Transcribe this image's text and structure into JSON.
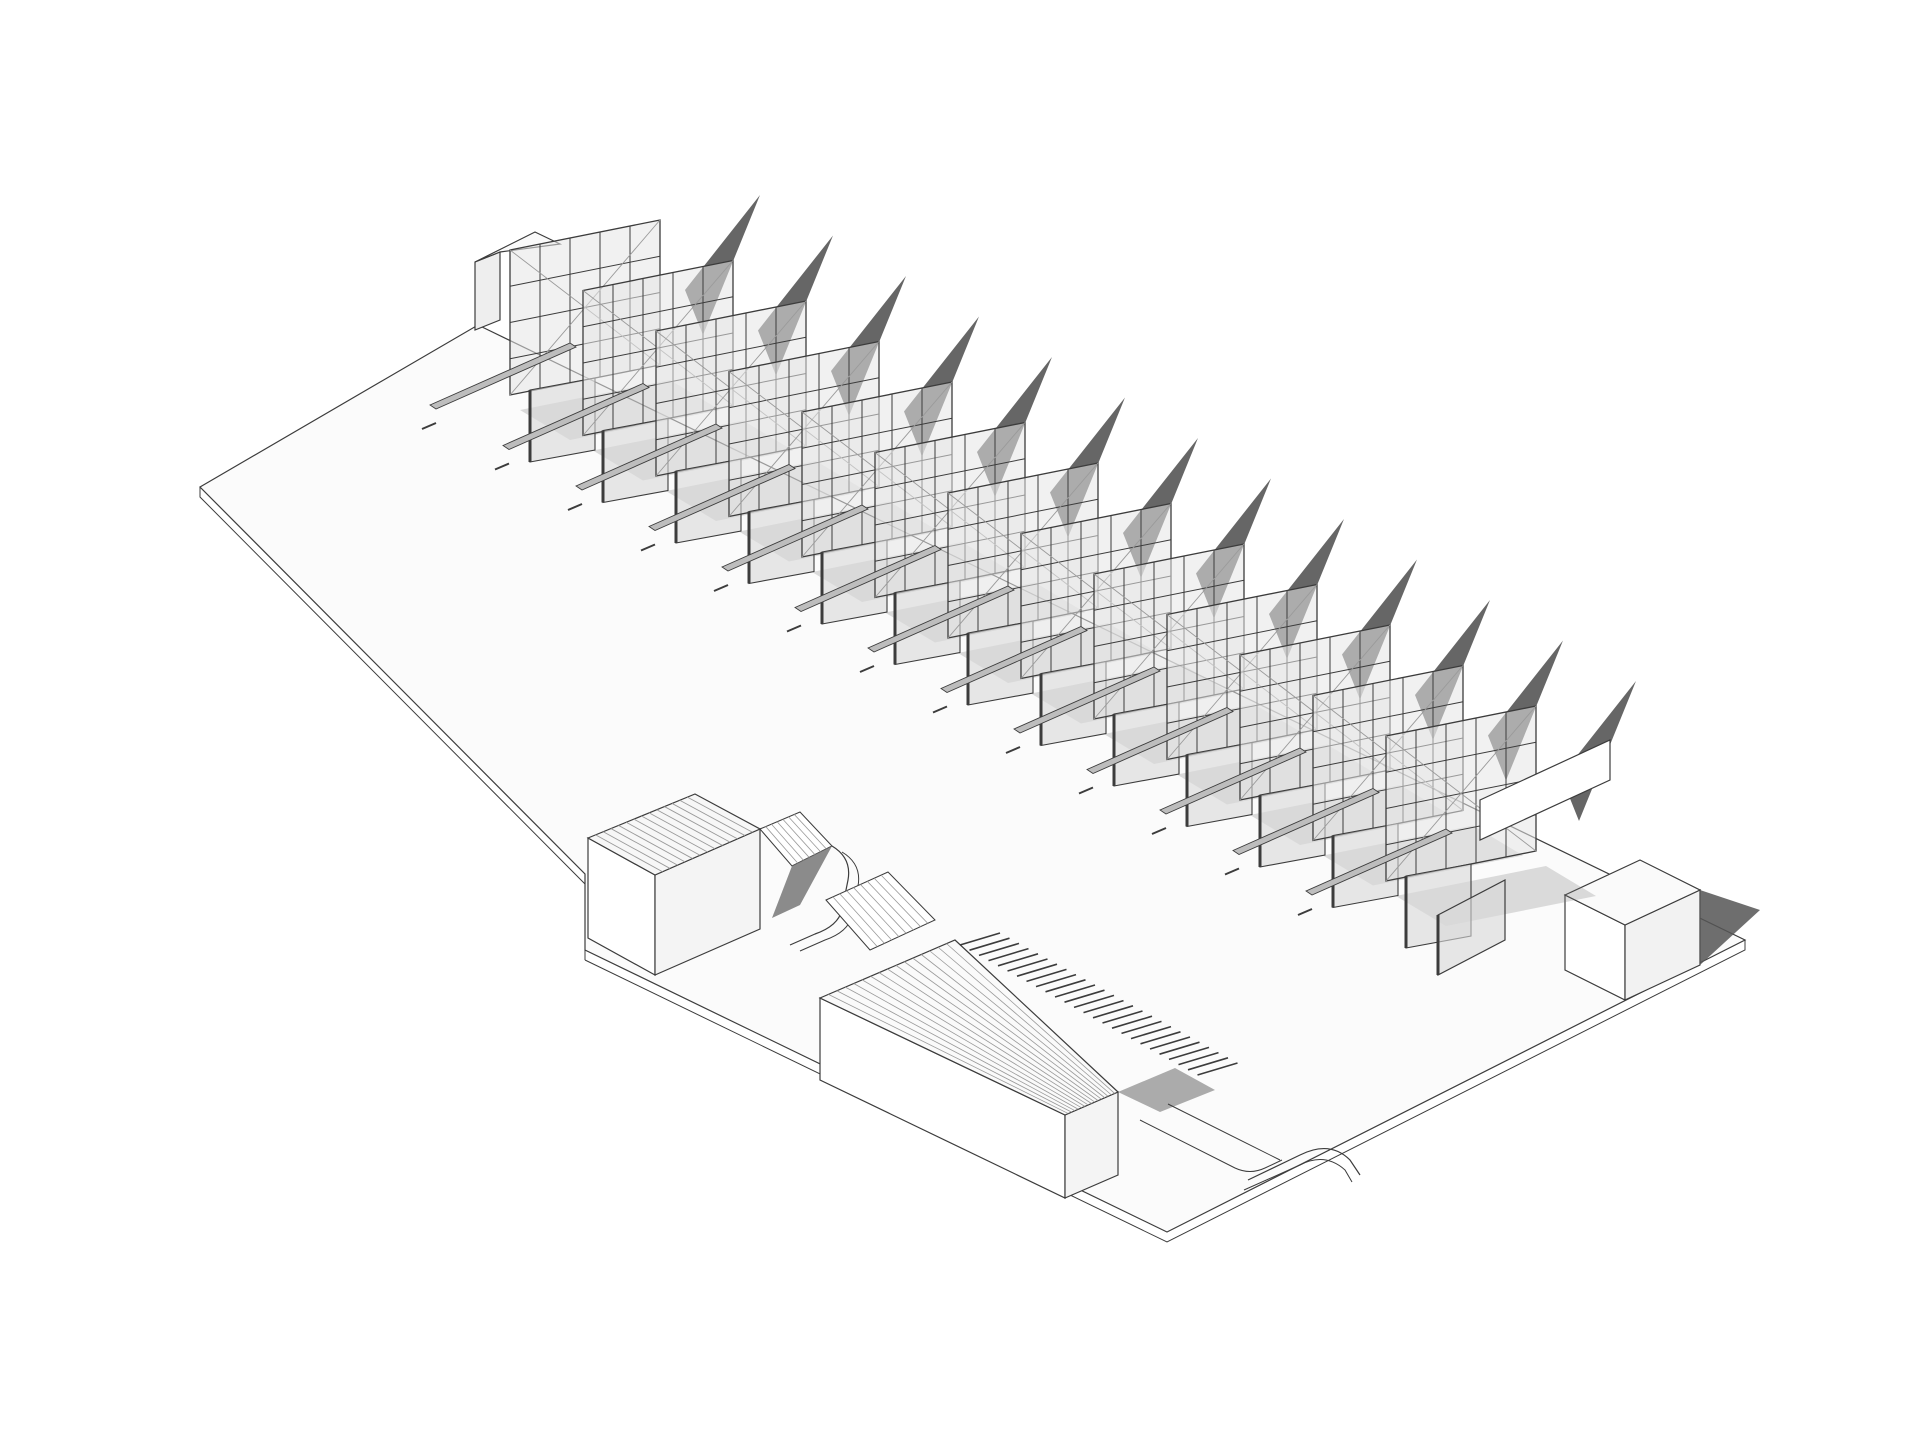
{
  "diagram": {
    "kind": "axonometric-structure-drawing",
    "style": "monochrome line drawing with gray shading",
    "colors": {
      "background": "#ffffff",
      "line": "#3c3c3c",
      "light_line": "#9a9a9a",
      "panel_fill": "#e6e6e6",
      "shadow": "#777777",
      "deep_shadow": "#555555",
      "slab_fill": "#fbfbfb"
    },
    "frame_count": 13,
    "labels": []
  }
}
